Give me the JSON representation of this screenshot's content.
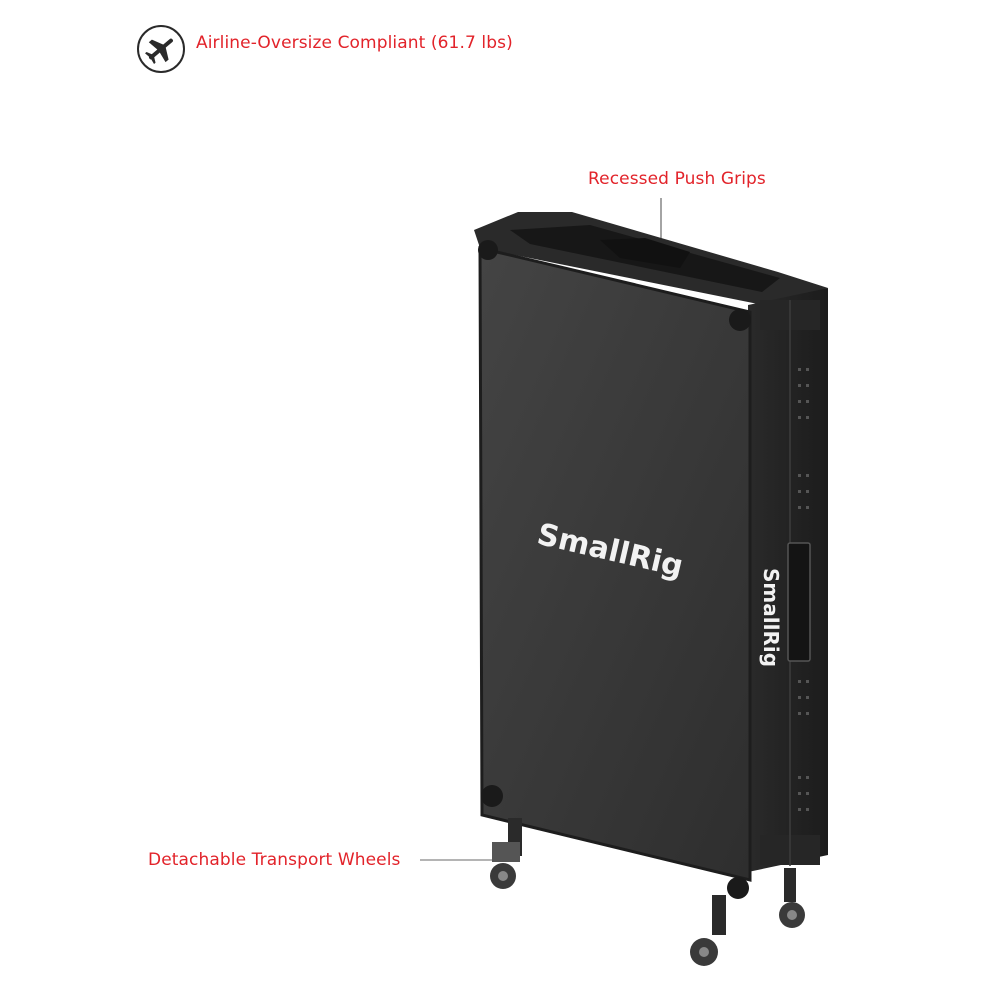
{
  "header": {
    "icon": "airplane-icon",
    "text": "Airline-Oversize Compliant (61.7 lbs)"
  },
  "callouts": {
    "push_grips": "Recessed Push Grips",
    "wheels": "Detachable Transport Wheels"
  },
  "product": {
    "logo_front": "SmallRig",
    "logo_side": "SmallRig"
  },
  "colors": {
    "accent": "#e2232a",
    "case_body": "#383838",
    "case_edge": "#1e1e1e"
  }
}
